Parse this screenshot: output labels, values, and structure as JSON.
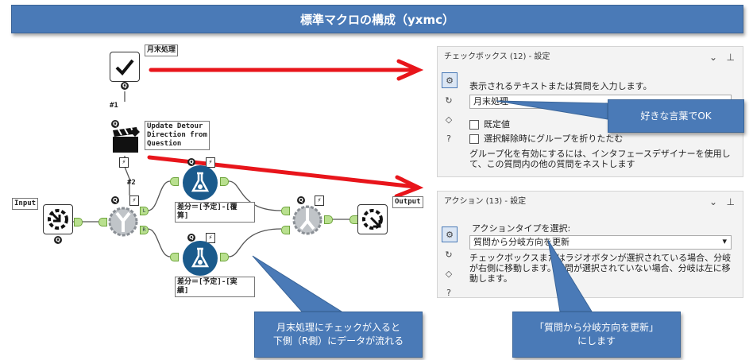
{
  "title": "標準マクロの構成（yxmc）",
  "workflow": {
    "input_label": "Input",
    "output_label": "Output",
    "checkbox_label": "月末処理",
    "detour_label": "Update Detour\nDirection from\nQuestion",
    "connection_1": "#1",
    "connection_2": "#2",
    "formula_top_label": "差分＝[予定]-[覆\n算]",
    "formula_bottom_label": "差分＝[予定]-[実\n績]",
    "anchor_l": "L",
    "anchor_r": "R",
    "badge_q": "Q"
  },
  "checkbox_panel": {
    "header": "チェックボックス (12) - 設定",
    "prompt": "表示されるテキストまたは質問を入力します。",
    "text_value": "月末処理",
    "default_label": "既定値",
    "collapse_label": "選択解除時にグループを折りたたむ",
    "description": "グループ化を有効にするには、インタフェースデザイナーを使用して、この質問内の他の質問をネストします"
  },
  "action_panel": {
    "header": "アクション (13) - 設定",
    "prompt": "アクションタイプを選択:",
    "selected_action": "質問から分岐方向を更新",
    "description": "チェックボックスまたはラジオボタンが選択されている場合、分岐が右側に移動します。質問が選択されていない場合、分岐は左に移動します。"
  },
  "callouts": {
    "top_right": "好きな言葉でOK",
    "bottom_left": "月末処理にチェックが入ると\n下側（R側）にデータが流れる",
    "bottom_right": "「質問から分岐方向を更新」\nにします"
  },
  "colors": {
    "accent": "#4a7ab7",
    "arrow": "#e8151b",
    "anchor": "#b9e08f"
  }
}
